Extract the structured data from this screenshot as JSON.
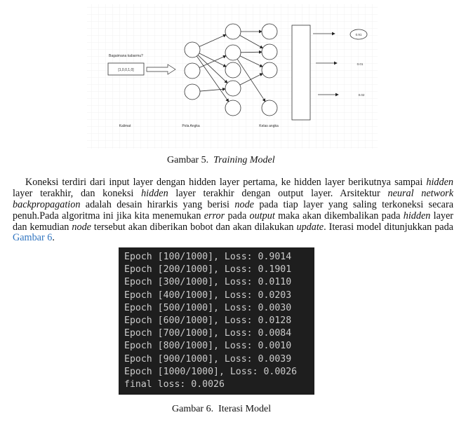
{
  "figure5": {
    "input_label": "Bagaimana kabarmu?",
    "input_vector": "[1,0,0,1,0]",
    "labels": [
      "Kalimat",
      "Pola Angka",
      "Kelas angka"
    ],
    "outputs": [
      "0.91",
      "0.01",
      "0.02"
    ],
    "caption_prefix": "Gambar 5.",
    "caption_title": "Training Model"
  },
  "paragraph": {
    "lines": [
      [
        {
          "t": "Koneksi terdiri dari input layer dengan hidden layer pertama, ke hidden layer berikutnya sampai "
        },
        {
          "t": "hidden",
          "i": true
        }
      ],
      [
        {
          "t": "layer terakhir, dan koneksi "
        },
        {
          "t": "hidden",
          "i": true
        },
        {
          "t": " layer terakhir dengan output layer. Arsitektur "
        },
        {
          "t": "neural network",
          "i": true
        }
      ],
      [
        {
          "t": "backpropagation",
          "i": true
        },
        {
          "t": " adalah desain hirarkis yang berisi "
        },
        {
          "t": "node",
          "i": true
        },
        {
          "t": " pada tiap layer yang saling terkoneksi secara"
        }
      ],
      [
        {
          "t": "penuh.Pada algoritma ini jika kita menemukan "
        },
        {
          "t": "error",
          "i": true
        },
        {
          "t": " pada "
        },
        {
          "t": "output",
          "i": true
        },
        {
          "t": " maka akan dikembalikan pada "
        },
        {
          "t": "hidden",
          "i": true
        },
        {
          "t": " layer"
        }
      ],
      [
        {
          "t": "dan kemudian "
        },
        {
          "t": "node",
          "i": true
        },
        {
          "t": " tersebut akan diberikan bobot dan akan dilakukan "
        },
        {
          "t": "update",
          "i": true
        },
        {
          "t": ". Iterasi model ditunjukkan pada"
        }
      ],
      [
        {
          "t": "Gambar 6",
          "link": true
        },
        {
          "t": "."
        }
      ]
    ]
  },
  "figure6": {
    "terminal_lines": [
      "Epoch [100/1000], Loss: 0.9014",
      "Epoch [200/1000], Loss: 0.1901",
      "Epoch [300/1000], Loss: 0.0110",
      "Epoch [400/1000], Loss: 0.0203",
      "Epoch [500/1000], Loss: 0.0030",
      "Epoch [600/1000], Loss: 0.0128",
      "Epoch [700/1000], Loss: 0.0084",
      "Epoch [800/1000], Loss: 0.0010",
      "Epoch [900/1000], Loss: 0.0039",
      "Epoch [1000/1000], Loss: 0.0026",
      "final loss: 0.0026"
    ],
    "caption": "Gambar 6.  Iterasi Model"
  },
  "colors": {
    "link": "#2f74c0",
    "terminal_bg": "#1e1e1e",
    "terminal_text": "#cccccc"
  }
}
